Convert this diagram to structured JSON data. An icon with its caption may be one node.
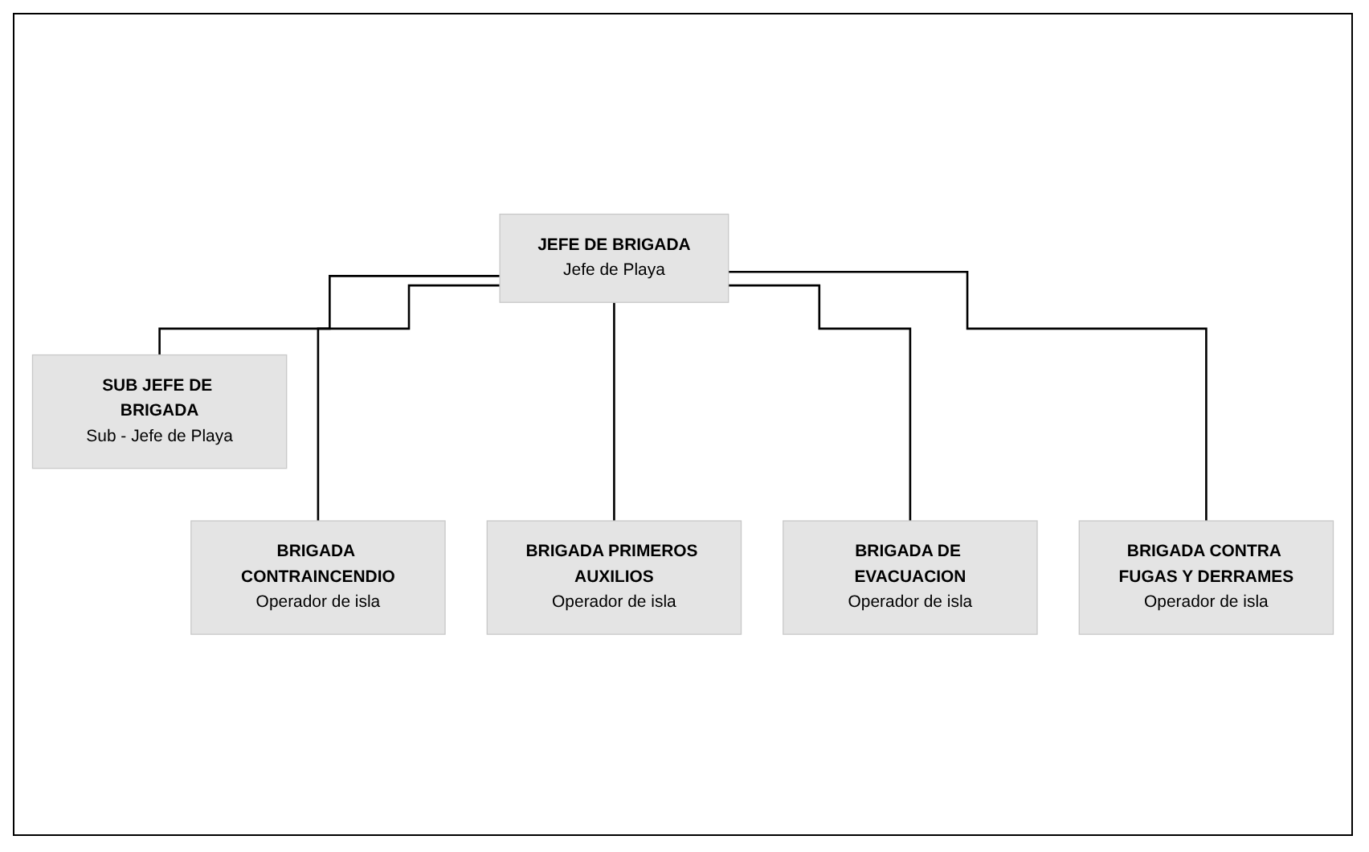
{
  "diagram": {
    "nodes": [
      {
        "text": [
          "JEFE DE BRIGADA",
          "Jefe de Playa"
        ]
      },
      {
        "text": [
          "SUB JEFE DE BRIGADA",
          "Sub - Jefe de Playa"
        ]
      },
      {
        "text": [
          "BRIGADA CONTRAINCENDIO",
          "Operador de isla"
        ]
      },
      {
        "text": [
          "BRIGADA PRIMEROS AUXILIOS",
          "Operador de isla"
        ]
      },
      {
        "text": [
          "BRIGADA DE EVACUACION",
          "Operador de isla"
        ]
      },
      {
        "text": [
          "BRIGADA CONTRA FUGAS Y DERRAMES",
          "Operador de isla"
        ]
      }
    ],
    "edges": [
      {
        "from": 0,
        "to": 1,
        "arrow": "none"
      },
      {
        "from": 0,
        "to": 2,
        "arrow": "none"
      },
      {
        "from": 0,
        "to": 3,
        "arrow": "none"
      },
      {
        "from": 0,
        "to": 4,
        "arrow": "none"
      },
      {
        "from": 0,
        "to": 5,
        "arrow": "none"
      }
    ]
  }
}
